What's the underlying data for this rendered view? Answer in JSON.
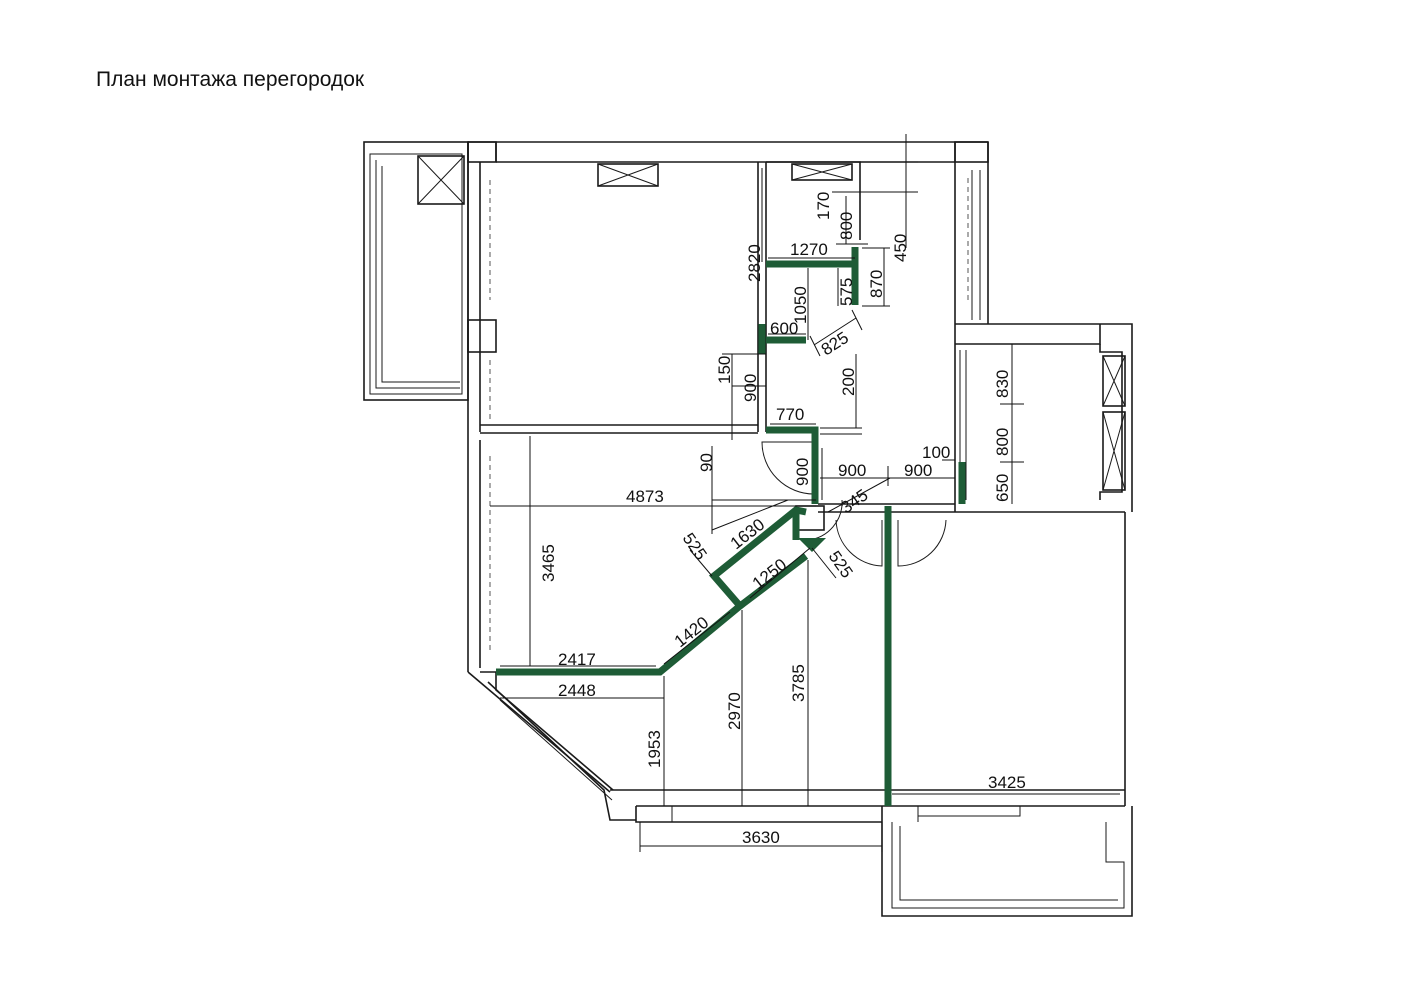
{
  "title": "План монтажа перегородок",
  "colors": {
    "partition": "#1e5c36",
    "wall": "#1a1a1a",
    "background": "#ffffff"
  },
  "dimensions": {
    "d170": "170",
    "d800_top": "800",
    "d450": "450",
    "d2820": "2820",
    "d1270": "1270",
    "d575": "575",
    "d870": "870",
    "d1050": "1050",
    "d600": "600",
    "d825": "825",
    "d150": "150",
    "d900_left": "900",
    "d200": "200",
    "d770": "770",
    "d90": "90",
    "d900_door": "900",
    "d100": "100",
    "d900_a": "900",
    "d900_b": "900",
    "d830": "830",
    "d800_right": "800",
    "d650": "650",
    "d4873": "4873",
    "d345": "345",
    "d1630": "1630",
    "d525_a": "525",
    "d1250": "1250",
    "d525_b": "525",
    "d3465": "3465",
    "d1420": "1420",
    "d2417": "2417",
    "d2448": "2448",
    "d1953": "1953",
    "d2970": "2970",
    "d3785": "3785",
    "d3425": "3425",
    "d3630": "3630"
  }
}
